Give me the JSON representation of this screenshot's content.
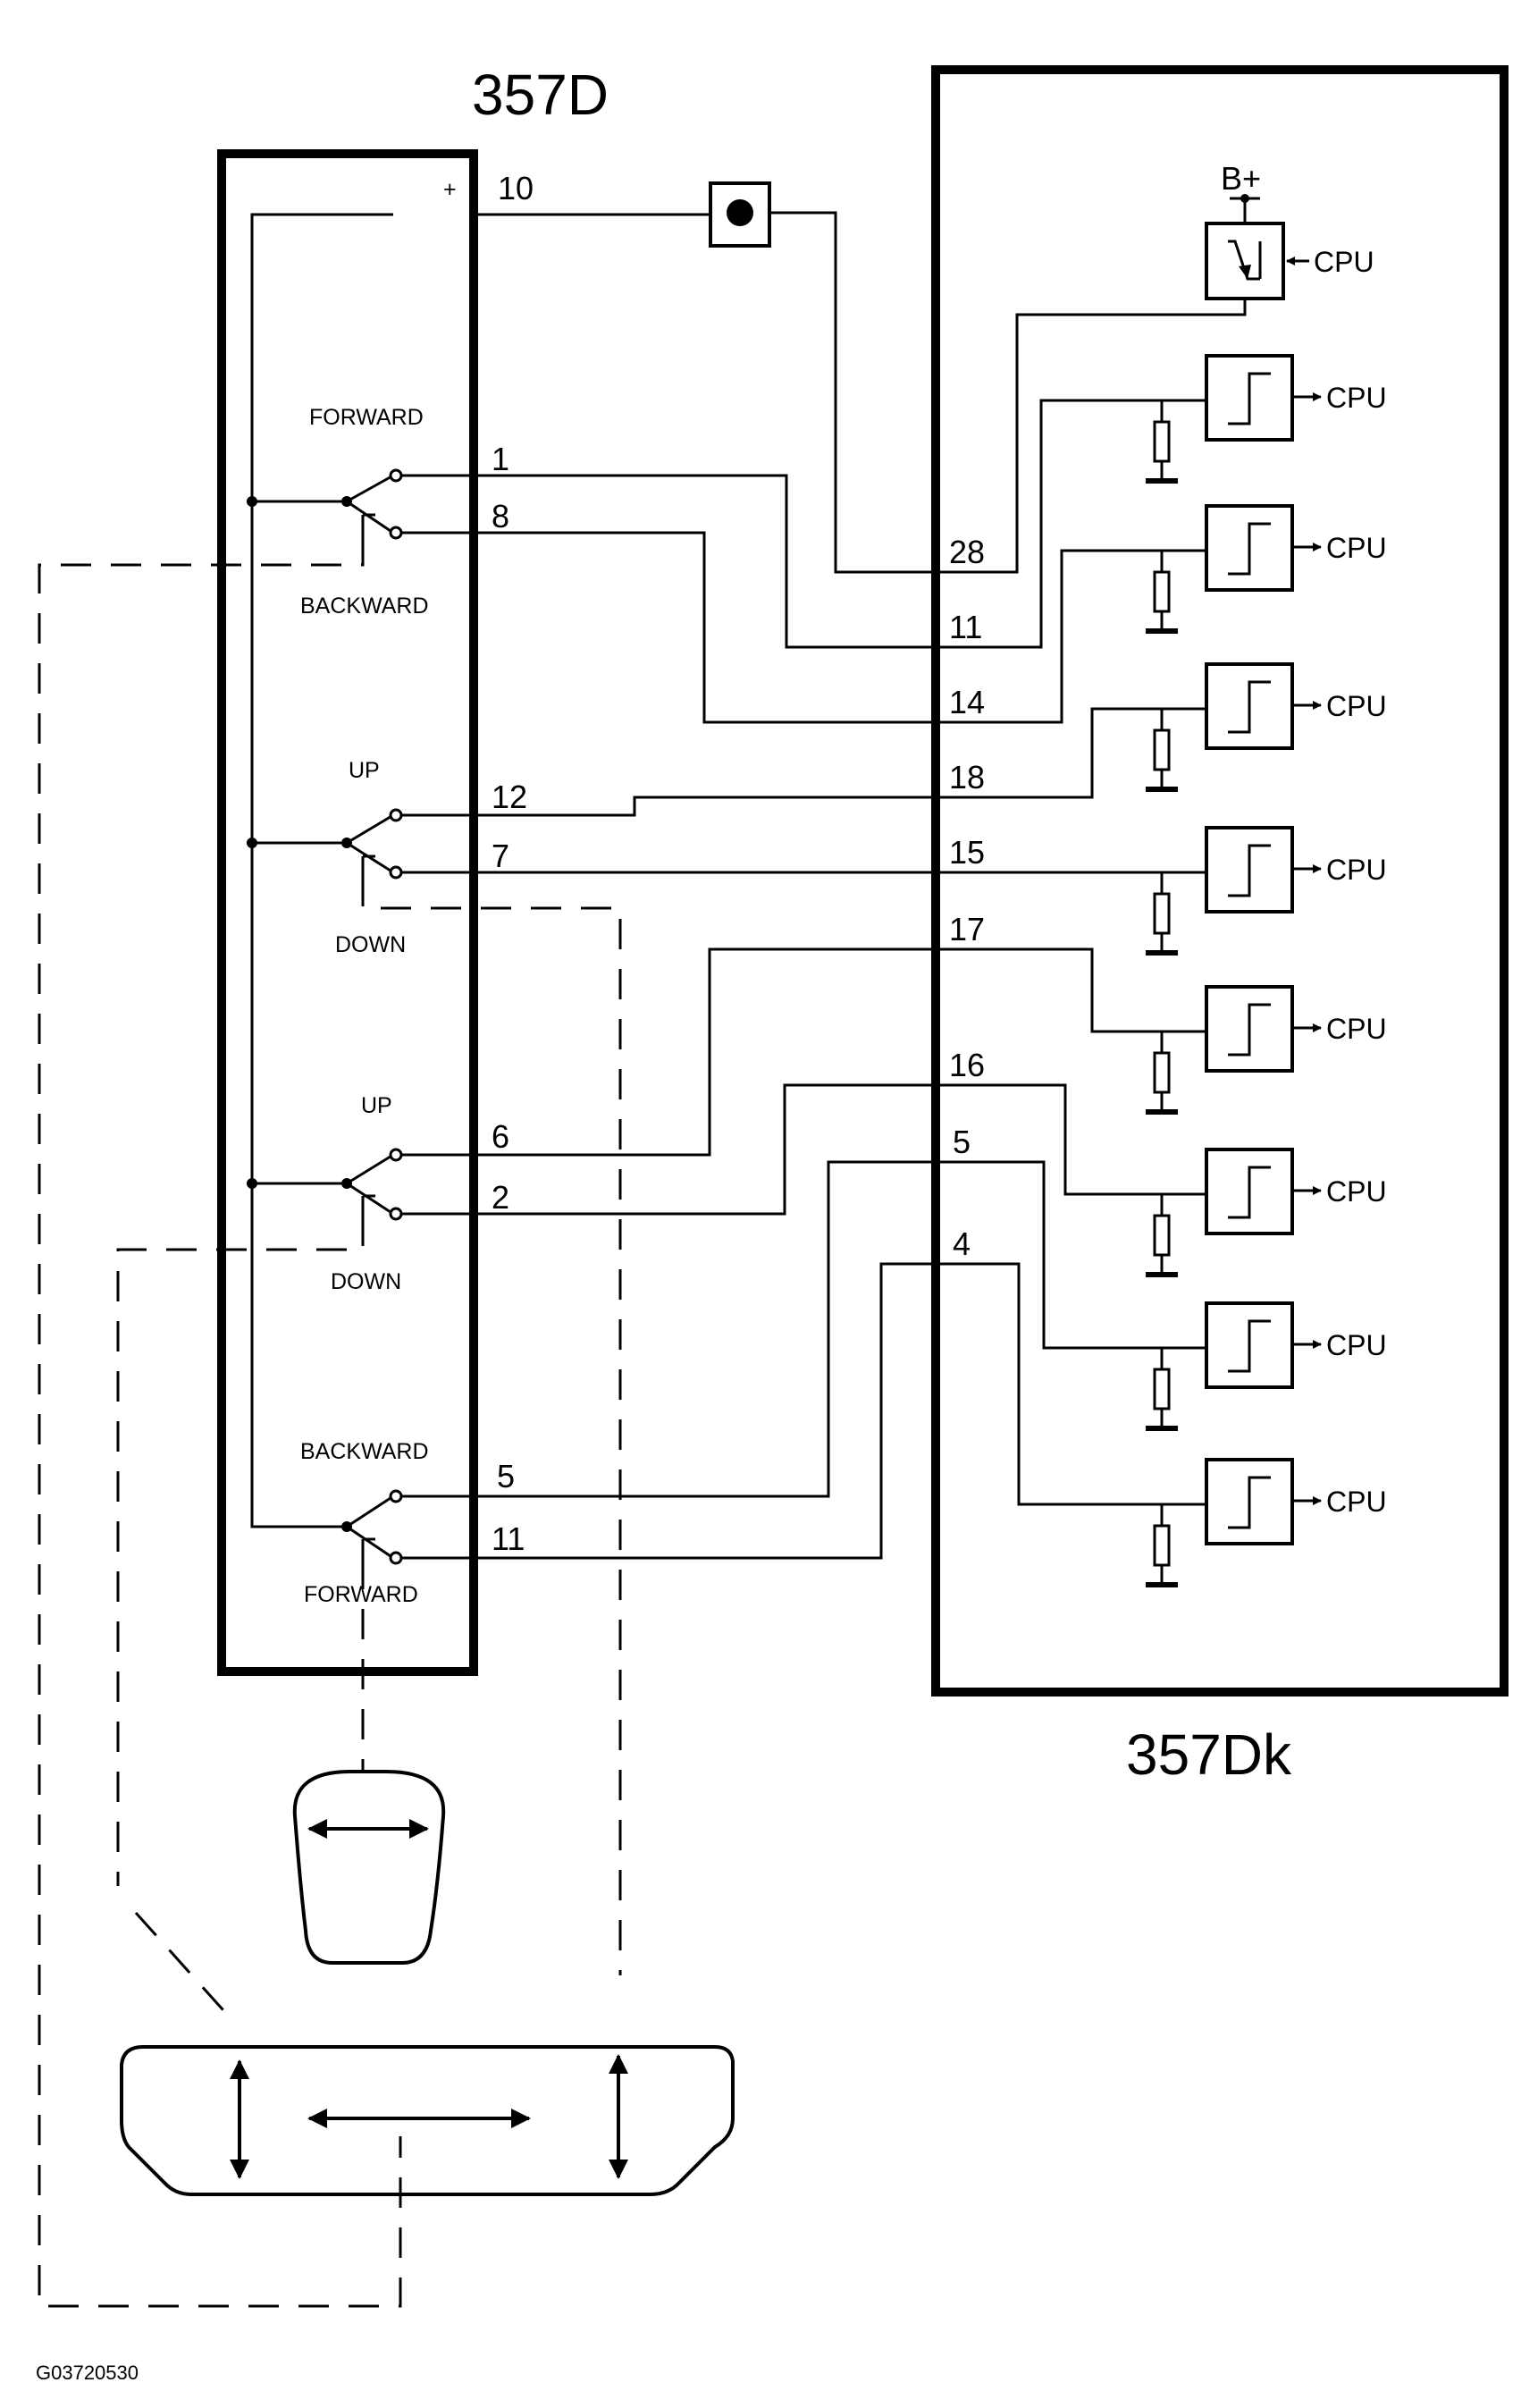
{
  "modules": {
    "switch_module": "357D",
    "control_module": "357Dk"
  },
  "switch_labels": {
    "plus": "+",
    "forward_top": "FORWARD",
    "backward_top": "BACKWARD",
    "up_1": "UP",
    "down_1": "DOWN",
    "up_2": "UP",
    "down_2": "DOWN",
    "backward_bottom": "BACKWARD",
    "forward_bottom": "FORWARD"
  },
  "switch_pins": [
    "10",
    "1",
    "8",
    "12",
    "7",
    "6",
    "2",
    "5",
    "11"
  ],
  "module_pins": [
    "28",
    "11",
    "14",
    "18",
    "15",
    "17",
    "16",
    "5",
    "4"
  ],
  "power": {
    "supply": "B+",
    "driver_cpu": "CPU"
  },
  "input_cpu_labels": [
    "CPU",
    "CPU",
    "CPU",
    "CPU",
    "CPU",
    "CPU",
    "CPU",
    "CPU"
  ],
  "figure_id": "G03720530"
}
